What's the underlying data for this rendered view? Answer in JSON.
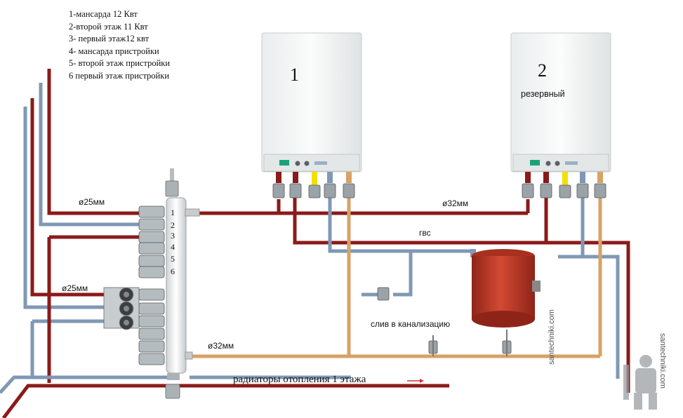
{
  "legend": [
    "1-мансарда 12 Квт",
    "2-второй этаж 11 Квт",
    "3- первый этаж12 квт",
    "4- мансарда пристройки",
    "5- второй этаж пристройки",
    "6 первый этаж пристройки"
  ],
  "boiler1": {
    "number": "1"
  },
  "boiler2": {
    "number": "2",
    "label": "резервный"
  },
  "labels": {
    "d25_top": "ø25мм",
    "d25_pumps": "ø25мм",
    "d32_top": "ø32мм",
    "d32_bottom": "ø32мм",
    "gvs": "гвс",
    "drain": "слив в канализацию",
    "radiators": "радиаторы отопления 1 этажа"
  },
  "manifold_numbers": [
    "1",
    "2",
    "3",
    "4",
    "5",
    "6"
  ],
  "watermark": {
    "line1": "santechniki.com",
    "line2": "santechniki.com"
  },
  "colors": {
    "supply_red": "#8b1a1a",
    "return_blue": "#7f98b5",
    "dhw_orange": "#d8a265",
    "tank_red": "#c0392b",
    "gas_yellow": "#f3e000"
  }
}
